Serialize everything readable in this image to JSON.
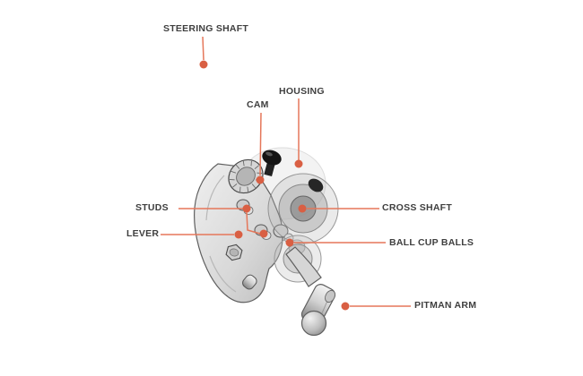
{
  "title": "Steering gear mechanism diagram",
  "colors": {
    "background": "#ffffff",
    "callout_line": "#e5775a",
    "callout_dot": "#d95f43",
    "label_text": "#3f3f3f",
    "illustration_outline": "#5f5f5f"
  },
  "labels": [
    {
      "id": "steering-shaft",
      "text": "STEERING SHAFT"
    },
    {
      "id": "cam",
      "text": "CAM"
    },
    {
      "id": "housing",
      "text": "HOUSING"
    },
    {
      "id": "studs",
      "text": "STUDS"
    },
    {
      "id": "lever",
      "text": "LEVER"
    },
    {
      "id": "cross-shaft",
      "text": "CROSS SHAFT"
    },
    {
      "id": "ball-cup-balls",
      "text": "BALL CUP BALLS"
    },
    {
      "id": "pitman-arm",
      "text": "PITMAN ARM"
    }
  ],
  "illustration": {
    "name": "worm-and-lever-steering-gear",
    "style": "grayscale technical exploded view",
    "parts": [
      "steering shaft",
      "cam",
      "housing",
      "studs",
      "lever",
      "cross shaft",
      "ball cup balls",
      "pitman arm"
    ]
  }
}
